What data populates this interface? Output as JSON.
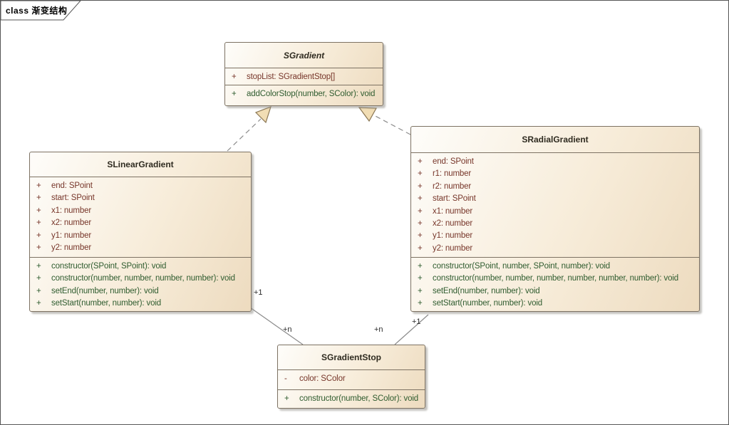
{
  "frame": {
    "tab_label": "class 渐变结构"
  },
  "colors": {
    "attribute_text": "#77362a",
    "method_text": "#2f5c2f",
    "box_border": "#7d7263",
    "connector": "#8c8c8c",
    "arrow_fill": "#f1ddb4",
    "arrow_stroke": "#8a7653",
    "box_fill_light": "#fefdfa",
    "box_fill_dark": "#eddbbf"
  },
  "classes": [
    {
      "name": "SGradient",
      "abstract": true,
      "attributes": [
        {
          "visibility": "+",
          "signature": "stopList: SGradientStop[]"
        }
      ],
      "methods": [
        {
          "visibility": "+",
          "signature": "addColorStop(number, SColor): void"
        }
      ]
    },
    {
      "name": "SLinearGradient",
      "abstract": false,
      "attributes": [
        {
          "visibility": "+",
          "signature": "end: SPoint"
        },
        {
          "visibility": "+",
          "signature": "start: SPoint"
        },
        {
          "visibility": "+",
          "signature": "x1: number"
        },
        {
          "visibility": "+",
          "signature": "x2: number"
        },
        {
          "visibility": "+",
          "signature": "y1: number"
        },
        {
          "visibility": "+",
          "signature": "y2: number"
        }
      ],
      "methods": [
        {
          "visibility": "+",
          "signature": "constructor(SPoint, SPoint): void"
        },
        {
          "visibility": "+",
          "signature": "constructor(number, number, number, number): void"
        },
        {
          "visibility": "+",
          "signature": "setEnd(number, number): void"
        },
        {
          "visibility": "+",
          "signature": "setStart(number, number): void"
        }
      ]
    },
    {
      "name": "SRadialGradient",
      "abstract": false,
      "attributes": [
        {
          "visibility": "+",
          "signature": "end: SPoint"
        },
        {
          "visibility": "+",
          "signature": "r1: number"
        },
        {
          "visibility": "+",
          "signature": "r2: number"
        },
        {
          "visibility": "+",
          "signature": "start: SPoint"
        },
        {
          "visibility": "+",
          "signature": "x1: number"
        },
        {
          "visibility": "+",
          "signature": "x2: number"
        },
        {
          "visibility": "+",
          "signature": "y1: number"
        },
        {
          "visibility": "+",
          "signature": "y2: number"
        }
      ],
      "methods": [
        {
          "visibility": "+",
          "signature": "constructor(SPoint, number, SPoint, number): void"
        },
        {
          "visibility": "+",
          "signature": "constructor(number, number, number, number, number, number): void"
        },
        {
          "visibility": "+",
          "signature": "setEnd(number, number): void"
        },
        {
          "visibility": "+",
          "signature": "setStart(number, number): void"
        }
      ]
    },
    {
      "name": "SGradientStop",
      "abstract": false,
      "attributes": [
        {
          "visibility": "-",
          "signature": "color: SColor"
        }
      ],
      "methods": [
        {
          "visibility": "+",
          "signature": "constructor(number, SColor): void"
        }
      ]
    }
  ],
  "relations": {
    "linear_realizes_gradient": {
      "type": "realization"
    },
    "radial_realizes_gradient": {
      "type": "realization"
    },
    "linear_to_stop": {
      "type": "association",
      "source_multiplicity": "+1",
      "target_multiplicity": "+n"
    },
    "radial_to_stop": {
      "type": "association",
      "source_multiplicity": "+1",
      "target_multiplicity": "+n"
    }
  }
}
